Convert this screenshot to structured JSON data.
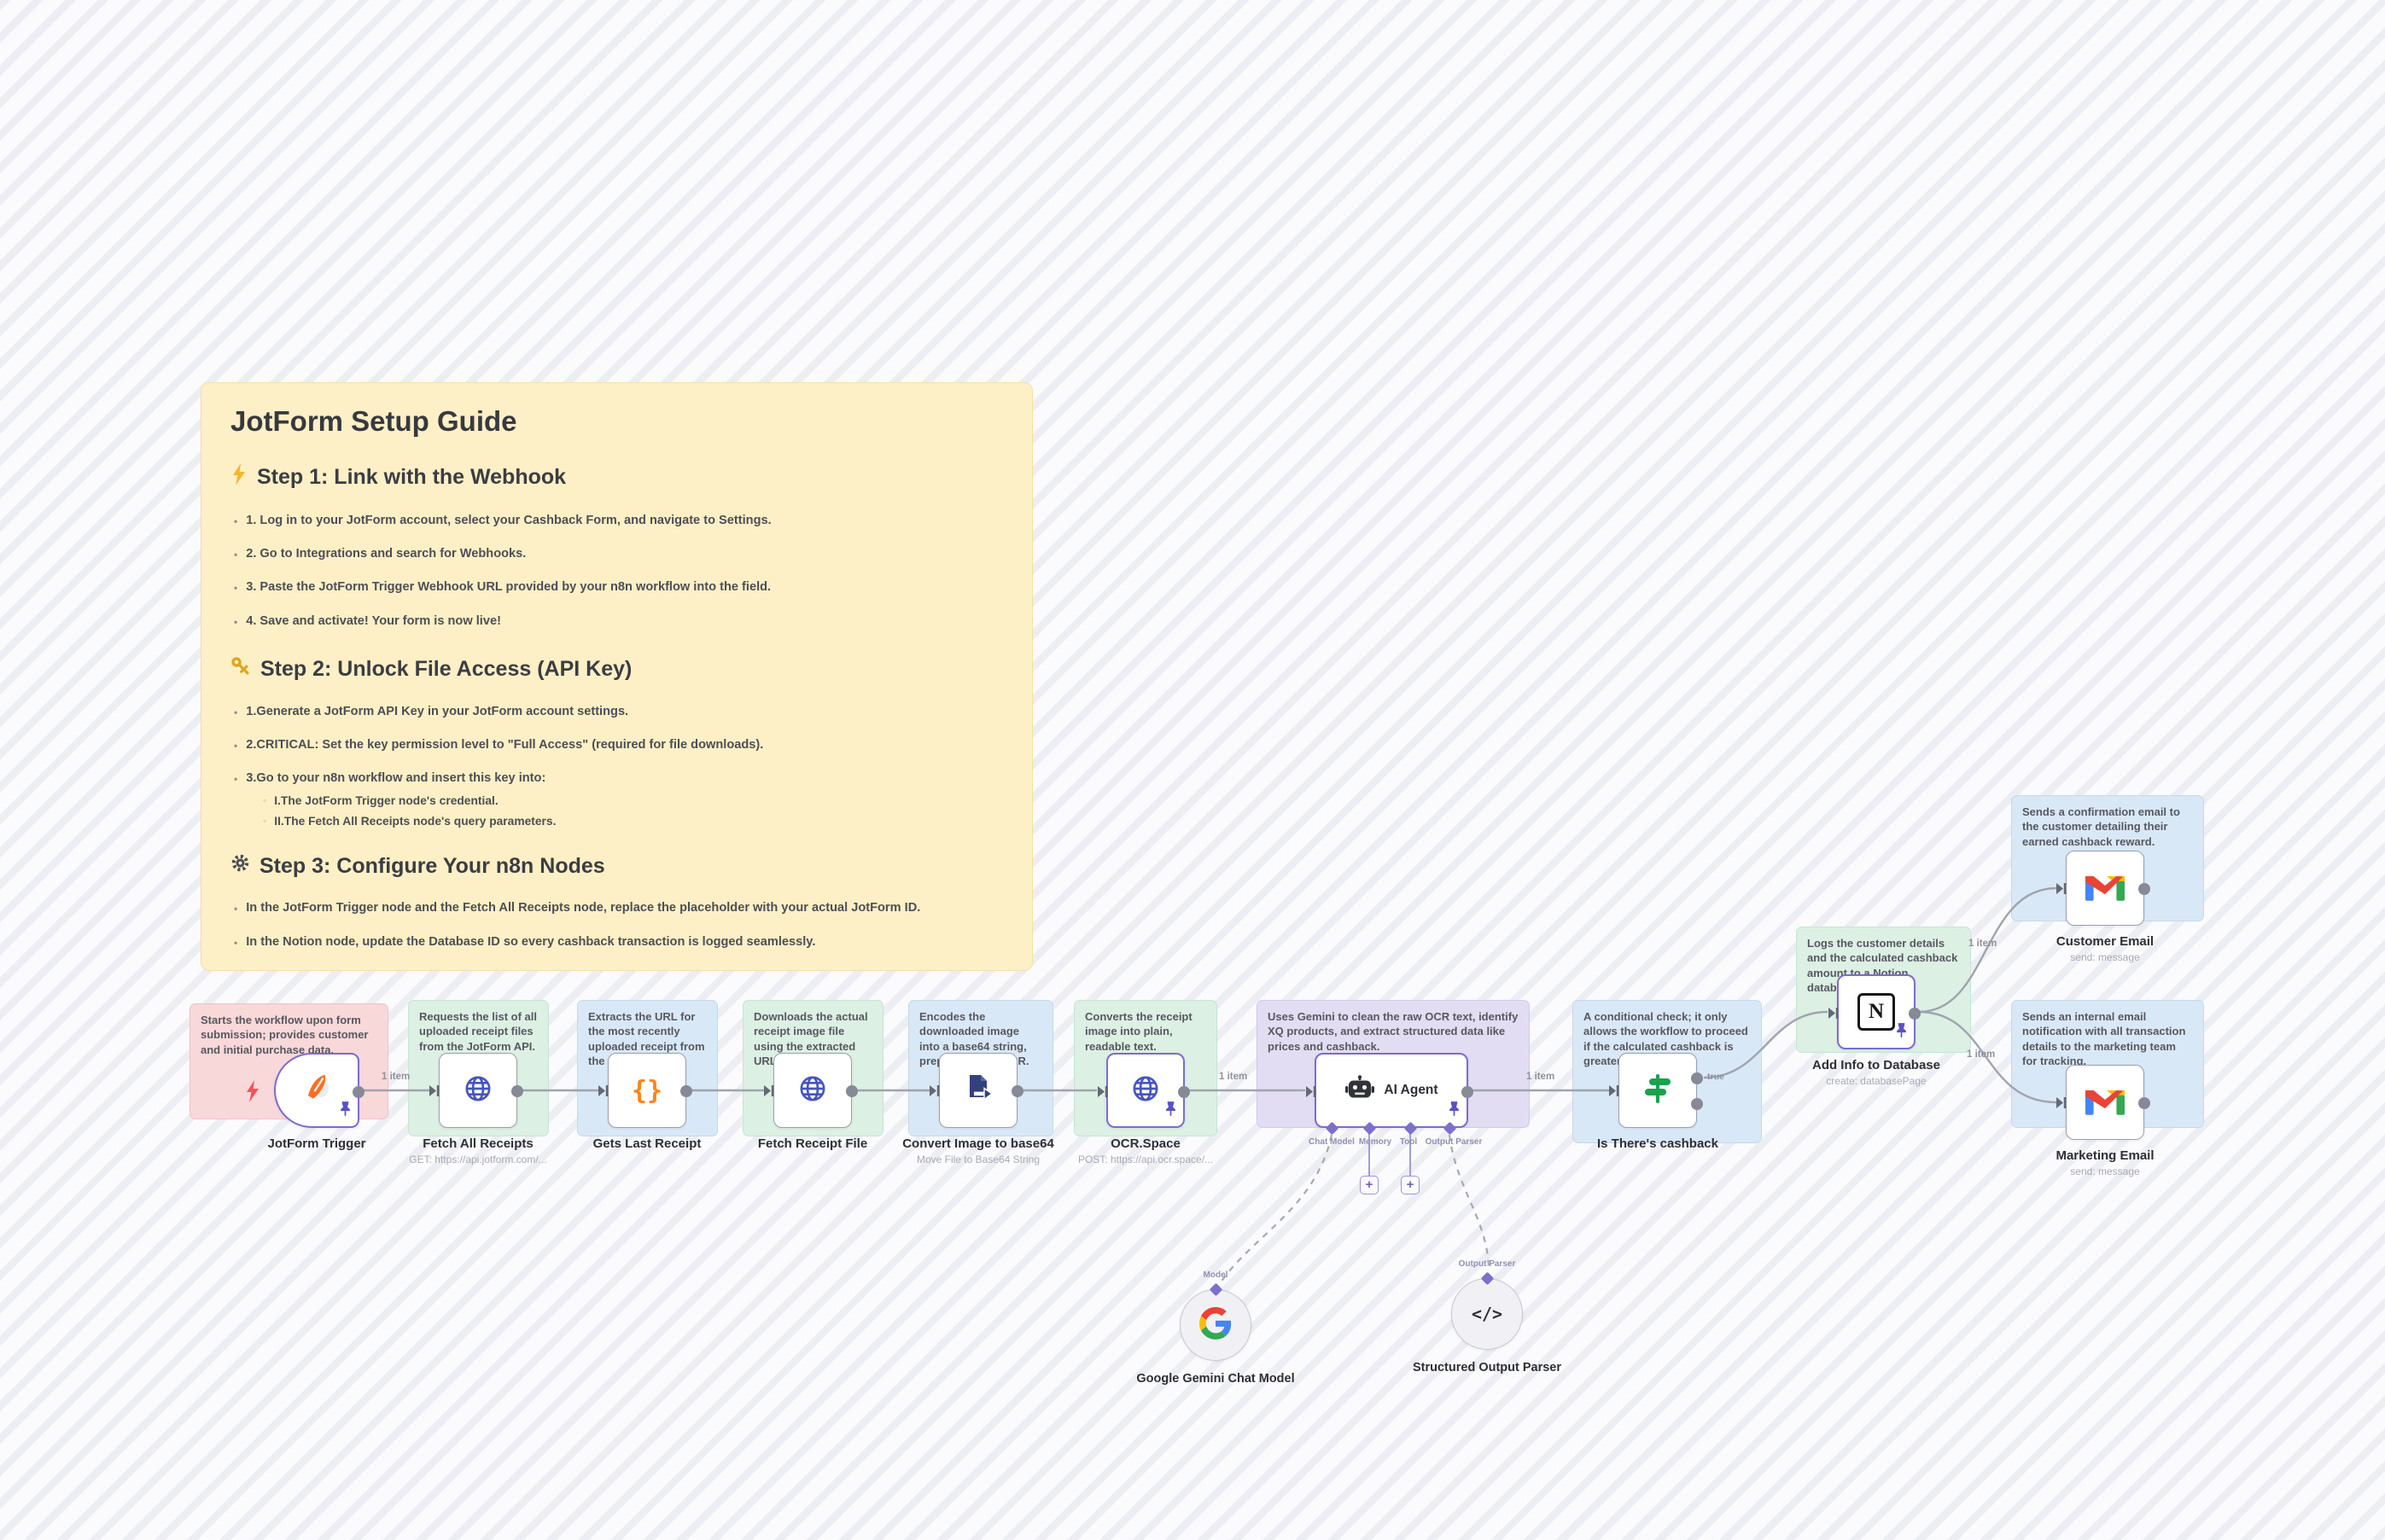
{
  "guide": {
    "title": "JotForm Setup Guide",
    "sections": [
      {
        "heading": "Step 1: Link with the Webhook",
        "items": [
          "1. Log in to your JotForm account, select your Cashback Form, and navigate to Settings.",
          "2. Go to Integrations and search for Webhooks.",
          "3. Paste the JotForm Trigger Webhook URL provided by your n8n workflow into the field.",
          "4. Save and activate! Your form is now live!"
        ]
      },
      {
        "heading": "Step 2: Unlock File Access (API Key)",
        "items": [
          "1.Generate a JotForm API Key in your JotForm account settings.",
          "2.CRITICAL: Set the key permission level to \"Full Access\" (required for file downloads).",
          "3.Go to your n8n workflow and insert this key into:"
        ],
        "subitems": [
          "I.The JotForm Trigger node's credential.",
          "II.The Fetch All Receipts node's query parameters."
        ]
      },
      {
        "heading": "Step 3: Configure Your n8n Nodes",
        "items": [
          "In the JotForm Trigger node and the Fetch All Receipts node, replace the placeholder with your actual JotForm ID.",
          "In the Notion node, update the Database ID so every cashback transaction is logged seamlessly."
        ]
      }
    ]
  },
  "stickies": {
    "trigger": "Starts the workflow upon form submission; provides customer and initial purchase data.",
    "fetch_all": "Requests the list of all uploaded receipt files from the JotForm API.",
    "gets_last": "Extracts the URL for the most recently uploaded receipt from the file list.",
    "fetch_file": "Downloads the actual receipt image file using the extracted URL.",
    "convert": "Encodes the downloaded image into a base64 string, preparing it for OCR.",
    "ocr": "Converts the receipt image into plain, readable text.",
    "agent": "Uses Gemini to clean the raw OCR text, identify XQ products, and extract structured data like prices and cashback.",
    "if": "A conditional check; it only allows the workflow to proceed if the calculated cashback is greater than zero.",
    "notion": "Logs the customer details and the calculated cashback amount to a Notion database.",
    "customer_email": "Sends a confirmation email to the customer detailing their earned cashback reward.",
    "marketing_email": "Sends an internal email notification with all transaction details to the marketing team for tracking."
  },
  "nodes": {
    "jotform_trigger": {
      "label": "JotForm Trigger"
    },
    "fetch_all": {
      "label": "Fetch All Receipts",
      "subtitle": "GET: https://api.jotform.com/..."
    },
    "gets_last": {
      "label": "Gets Last Receipt"
    },
    "fetch_file": {
      "label": "Fetch Receipt File"
    },
    "convert": {
      "label": "Convert Image to base64",
      "subtitle": "Move File to Base64 String"
    },
    "ocr": {
      "label": "OCR.Space",
      "subtitle": "POST: https://api.ocr.space/..."
    },
    "agent": {
      "label": "AI Agent"
    },
    "if": {
      "label": "Is There's cashback"
    },
    "notion": {
      "label": "Add Info to Database",
      "subtitle": "create: databasePage"
    },
    "customer_email": {
      "label": "Customer Email",
      "subtitle": "send: message"
    },
    "marketing_email": {
      "label": "Marketing Email",
      "subtitle": "send: message"
    },
    "gemini": {
      "label": "Google Gemini Chat Model"
    },
    "parser": {
      "label": "Structured Output Parser"
    }
  },
  "connection_labels": {
    "item_count": "1 item",
    "true_branch": "true"
  },
  "agent_ports": {
    "chat_model": "Chat Model",
    "memory": "Memory",
    "tool": "Tool",
    "output_parser": "Output Parser"
  },
  "sub_node_labels": {
    "model": "Model",
    "output_parser": "Output Parser"
  },
  "colors": {
    "sticky_yellow": "#fdf0c6",
    "sticky_green": "#dcf0e3",
    "sticky_blue": "#d9e8f6",
    "sticky_pink": "#f8d8d9",
    "sticky_purple": "#e2ddf3",
    "node_border_pinned": "#7d6bd2",
    "node_border": "#9aa0ad",
    "wire": "#a0a3ae",
    "http_icon_blue": "#4553c4",
    "if_icon_green": "#18a24e",
    "brace_orange": "#ff8519",
    "jotform_orange": "#ff6d1f"
  }
}
